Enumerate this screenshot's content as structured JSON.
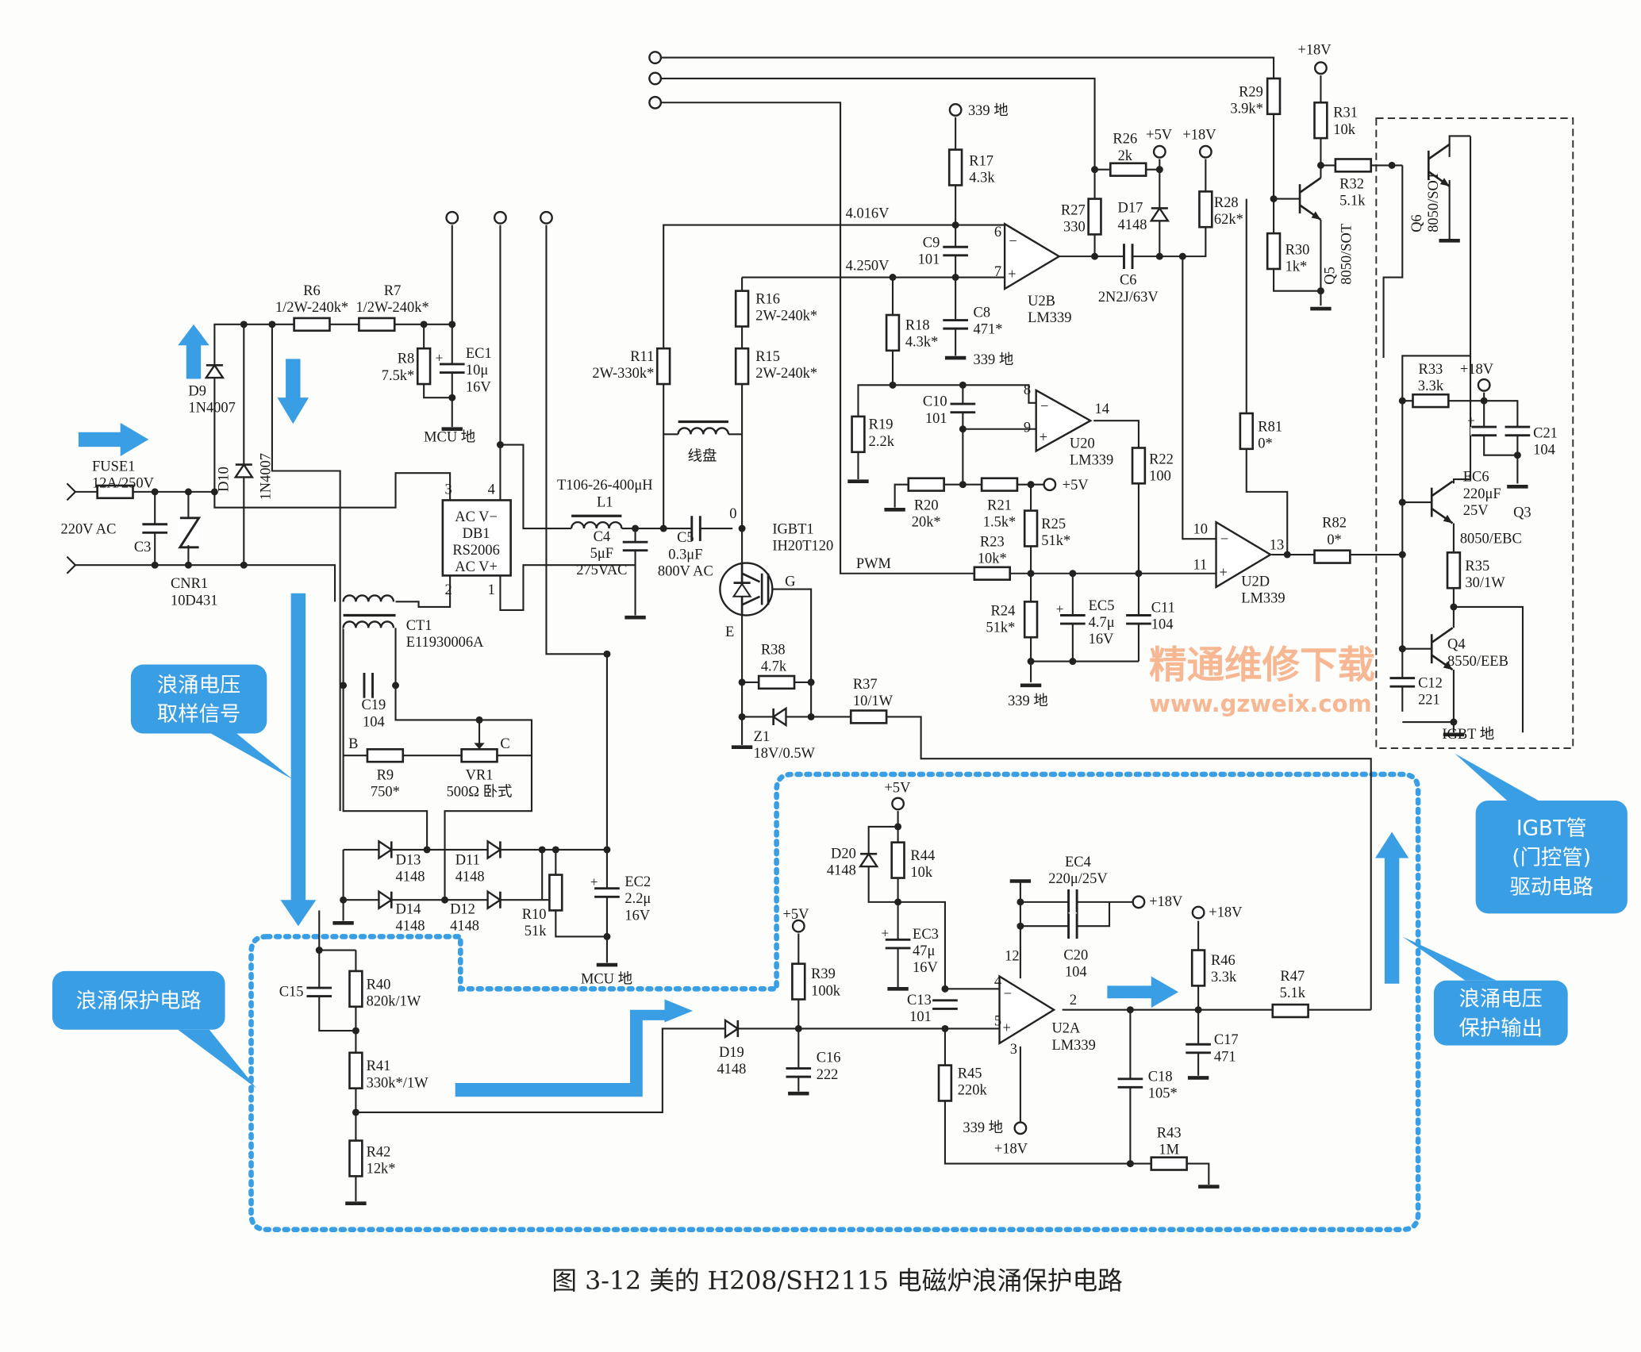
{
  "caption": "图 3-12   美的 H208/SH2115 电磁炉浪涌保护电路",
  "watermark": {
    "cn": "精通维修下载",
    "url": "www.gzweix.com"
  },
  "colors": {
    "accent_blue": "#3a9ee4",
    "watermark_orange": "#f4a070",
    "wire": "#222222"
  },
  "callouts": [
    {
      "id": "sample",
      "lines": [
        "浪涌电压",
        "取样信号"
      ]
    },
    {
      "id": "protect",
      "lines": [
        "浪涌保护电路"
      ]
    },
    {
      "id": "igbt",
      "lines": [
        "IGBT管",
        "(门控管)",
        "驱动电路"
      ]
    },
    {
      "id": "output",
      "lines": [
        "浪涌电压",
        "保护输出"
      ]
    }
  ],
  "labels": [
    {
      "id": "FUSE1",
      "lines": [
        "FUSE1",
        "12A/250V"
      ]
    },
    {
      "id": "ACIN",
      "lines": [
        "220V AC"
      ]
    },
    {
      "id": "C3",
      "lines": [
        "C3"
      ]
    },
    {
      "id": "CNR1",
      "lines": [
        "CNR1",
        "10D431"
      ]
    },
    {
      "id": "D9",
      "lines": [
        "D9",
        "1N4007"
      ]
    },
    {
      "id": "D10",
      "lines": [
        "D10"
      ]
    },
    {
      "id": "D10t",
      "lines": [
        "1N4007"
      ]
    },
    {
      "id": "R6",
      "lines": [
        "R6",
        "1/2W-240k*"
      ]
    },
    {
      "id": "R7",
      "lines": [
        "R7",
        "1/2W-240k*"
      ]
    },
    {
      "id": "R8",
      "lines": [
        "R8",
        "7.5k*"
      ]
    },
    {
      "id": "EC1",
      "lines": [
        "EC1",
        "10μ",
        "16V"
      ]
    },
    {
      "id": "MCU1",
      "lines": [
        "MCU 地"
      ]
    },
    {
      "id": "DB1p3",
      "lines": [
        "3"
      ]
    },
    {
      "id": "DB1p4",
      "lines": [
        "4"
      ]
    },
    {
      "id": "DB1p2",
      "lines": [
        "2"
      ]
    },
    {
      "id": "DB1p1",
      "lines": [
        "1"
      ]
    },
    {
      "id": "DB1",
      "lines": [
        "AC  V−",
        "DB1",
        "RS2006",
        "AC  V+"
      ]
    },
    {
      "id": "L1",
      "lines": [
        "T106-26-400μH",
        "L1"
      ]
    },
    {
      "id": "C4",
      "lines": [
        "C4",
        "5μF",
        "275VAC"
      ]
    },
    {
      "id": "C5",
      "lines": [
        "C5",
        "0.3μF",
        "800V AC"
      ]
    },
    {
      "id": "pin0",
      "lines": [
        "0"
      ]
    },
    {
      "id": "IGBT1",
      "lines": [
        "IGBT1",
        "IH20T120"
      ]
    },
    {
      "id": "G",
      "lines": [
        "G"
      ]
    },
    {
      "id": "E",
      "lines": [
        "E"
      ]
    },
    {
      "id": "R11",
      "lines": [
        "R11",
        "2W-330k*"
      ]
    },
    {
      "id": "R16",
      "lines": [
        "R16",
        "2W-240k*"
      ]
    },
    {
      "id": "R15",
      "lines": [
        "R15",
        "2W-240k*"
      ]
    },
    {
      "id": "coil",
      "lines": [
        "线盘"
      ]
    },
    {
      "id": "R38",
      "lines": [
        "R38",
        "4.7k"
      ]
    },
    {
      "id": "Z1",
      "lines": [
        "Z1",
        "18V/0.5W"
      ]
    },
    {
      "id": "R37",
      "lines": [
        "R37",
        "10/1W"
      ]
    },
    {
      "id": "PWM",
      "lines": [
        "PWM"
      ]
    },
    {
      "id": "V4016",
      "lines": [
        "4.016V"
      ]
    },
    {
      "id": "V4250",
      "lines": [
        "4.250V"
      ]
    },
    {
      "id": "T339a",
      "lines": [
        "339 地"
      ]
    },
    {
      "id": "R17",
      "lines": [
        "R17",
        "4.3k"
      ]
    },
    {
      "id": "C9",
      "lines": [
        "C9",
        "101"
      ]
    },
    {
      "id": "C8",
      "lines": [
        "C8",
        "471*"
      ]
    },
    {
      "id": "T339b",
      "lines": [
        "339 地"
      ]
    },
    {
      "id": "R18",
      "lines": [
        "R18",
        "4.3k*"
      ]
    },
    {
      "id": "U2Bp6",
      "lines": [
        "6"
      ]
    },
    {
      "id": "U2Bp7",
      "lines": [
        "7"
      ]
    },
    {
      "id": "U2B",
      "lines": [
        "U2B",
        "LM339"
      ]
    },
    {
      "id": "R27",
      "lines": [
        "R27",
        "330"
      ]
    },
    {
      "id": "R26",
      "lines": [
        "R26",
        "2k"
      ]
    },
    {
      "id": "D17",
      "lines": [
        "D17",
        "4148"
      ]
    },
    {
      "id": "C6",
      "lines": [
        "C6",
        "2N2J/63V"
      ]
    },
    {
      "id": "P5Va",
      "lines": [
        "+5V"
      ]
    },
    {
      "id": "P18a",
      "lines": [
        "+18V"
      ]
    },
    {
      "id": "R28",
      "lines": [
        "R28",
        "62k*"
      ]
    },
    {
      "id": "R29",
      "lines": [
        "R29",
        "3.9k*"
      ]
    },
    {
      "id": "P18b",
      "lines": [
        "+18V"
      ]
    },
    {
      "id": "R31",
      "lines": [
        "R31",
        "10k"
      ]
    },
    {
      "id": "R32",
      "lines": [
        "R32",
        "5.1k"
      ]
    },
    {
      "id": "R30",
      "lines": [
        "R30",
        "1k*"
      ]
    },
    {
      "id": "Q5",
      "lines": [
        "Q5",
        "8050/SOT"
      ]
    },
    {
      "id": "Q6",
      "lines": [
        "Q6",
        "8050/SOT"
      ]
    },
    {
      "id": "U20p8",
      "lines": [
        "8"
      ]
    },
    {
      "id": "U20p9",
      "lines": [
        "9"
      ]
    },
    {
      "id": "U20p14",
      "lines": [
        "14"
      ]
    },
    {
      "id": "U20",
      "lines": [
        "U20",
        "LM339"
      ]
    },
    {
      "id": "C10",
      "lines": [
        "C10",
        "101"
      ]
    },
    {
      "id": "R19",
      "lines": [
        "R19",
        "2.2k"
      ]
    },
    {
      "id": "R22",
      "lines": [
        "R22",
        "100"
      ]
    },
    {
      "id": "R20",
      "lines": [
        "R20",
        "20k*"
      ]
    },
    {
      "id": "R21",
      "lines": [
        "R21",
        "1.5k*"
      ]
    },
    {
      "id": "P5Vb",
      "lines": [
        "+5V"
      ]
    },
    {
      "id": "R25",
      "lines": [
        "R25",
        "51k*"
      ]
    },
    {
      "id": "R23",
      "lines": [
        "R23",
        "10k*"
      ]
    },
    {
      "id": "R24",
      "lines": [
        "R24",
        "51k*"
      ]
    },
    {
      "id": "EC5",
      "lines": [
        "EC5",
        "4.7μ",
        "16V"
      ]
    },
    {
      "id": "C11",
      "lines": [
        "C11",
        "104"
      ]
    },
    {
      "id": "T339c",
      "lines": [
        "339 地"
      ]
    },
    {
      "id": "U2Dp10",
      "lines": [
        "10"
      ]
    },
    {
      "id": "U2Dp11",
      "lines": [
        "11"
      ]
    },
    {
      "id": "U2Dp13",
      "lines": [
        "13"
      ]
    },
    {
      "id": "U2D",
      "lines": [
        "U2D",
        "LM339"
      ]
    },
    {
      "id": "R81",
      "lines": [
        "R81",
        "0*"
      ]
    },
    {
      "id": "R82",
      "lines": [
        "R82",
        "0*"
      ]
    },
    {
      "id": "R33",
      "lines": [
        "R33",
        "3.3k"
      ]
    },
    {
      "id": "P18c",
      "lines": [
        "+18V"
      ]
    },
    {
      "id": "EC6",
      "lines": [
        "EC6",
        "220μF",
        "25V"
      ]
    },
    {
      "id": "C21",
      "lines": [
        "C21",
        "104"
      ]
    },
    {
      "id": "Q3",
      "lines": [
        "Q3"
      ]
    },
    {
      "id": "Q3t",
      "lines": [
        "8050/EBC"
      ]
    },
    {
      "id": "R35",
      "lines": [
        "R35",
        "30/1W"
      ]
    },
    {
      "id": "Q4",
      "lines": [
        "Q4",
        "8550/EEB"
      ]
    },
    {
      "id": "C12",
      "lines": [
        "C12",
        "221"
      ]
    },
    {
      "id": "IGBTGND",
      "lines": [
        "IGBT 地"
      ]
    },
    {
      "id": "CT1",
      "lines": [
        "CT1",
        "E11930006A"
      ]
    },
    {
      "id": "C19",
      "lines": [
        "C19",
        "104"
      ]
    },
    {
      "id": "B",
      "lines": [
        "B"
      ]
    },
    {
      "id": "C",
      "lines": [
        "C"
      ]
    },
    {
      "id": "R9",
      "lines": [
        "R9",
        "750*"
      ]
    },
    {
      "id": "VR1",
      "lines": [
        "VR1",
        "500Ω 卧式"
      ]
    },
    {
      "id": "D13",
      "lines": [
        "D13",
        "4148"
      ]
    },
    {
      "id": "D11",
      "lines": [
        "D11",
        "4148"
      ]
    },
    {
      "id": "D14",
      "lines": [
        "D14",
        "4148"
      ]
    },
    {
      "id": "D12",
      "lines": [
        "D12",
        "4148"
      ]
    },
    {
      "id": "R10",
      "lines": [
        "R10",
        "51k"
      ]
    },
    {
      "id": "EC2",
      "lines": [
        "EC2",
        "2.2μ",
        "16V"
      ]
    },
    {
      "id": "MCU2",
      "lines": [
        "MCU 地"
      ]
    },
    {
      "id": "C15",
      "lines": [
        "C15"
      ]
    },
    {
      "id": "R40",
      "lines": [
        "R40",
        "820k/1W"
      ]
    },
    {
      "id": "R41",
      "lines": [
        "R41",
        "330k*/1W"
      ]
    },
    {
      "id": "R42",
      "lines": [
        "R42",
        "12k*"
      ]
    },
    {
      "id": "P5Vc",
      "lines": [
        "+5V"
      ]
    },
    {
      "id": "R39",
      "lines": [
        "R39",
        "100k"
      ]
    },
    {
      "id": "C16",
      "lines": [
        "C16",
        "222"
      ]
    },
    {
      "id": "D19",
      "lines": [
        "D19",
        "4148"
      ]
    },
    {
      "id": "P5Vd",
      "lines": [
        "+5V"
      ]
    },
    {
      "id": "D20",
      "lines": [
        "D20",
        "4148"
      ]
    },
    {
      "id": "R44",
      "lines": [
        "R44",
        "10k"
      ]
    },
    {
      "id": "EC3",
      "lines": [
        "EC3",
        "47μ",
        "16V"
      ]
    },
    {
      "id": "C13",
      "lines": [
        "C13",
        "101"
      ]
    },
    {
      "id": "R45",
      "lines": [
        "R45",
        "220k"
      ]
    },
    {
      "id": "U2Ap4",
      "lines": [
        "4"
      ]
    },
    {
      "id": "U2Ap5",
      "lines": [
        "5"
      ]
    },
    {
      "id": "U2Ap3",
      "lines": [
        "3"
      ]
    },
    {
      "id": "U2Ap12",
      "lines": [
        "12"
      ]
    },
    {
      "id": "U2Ap2",
      "lines": [
        "2"
      ]
    },
    {
      "id": "U2A",
      "lines": [
        "U2A",
        "LM339"
      ]
    },
    {
      "id": "EC4",
      "lines": [
        "EC4",
        "220μ/25V"
      ]
    },
    {
      "id": "C20",
      "lines": [
        "C20",
        "104"
      ]
    },
    {
      "id": "P18d",
      "lines": [
        "+18V"
      ]
    },
    {
      "id": "P18e",
      "lines": [
        "+18V"
      ]
    },
    {
      "id": "T339d",
      "lines": [
        "339 地"
      ]
    },
    {
      "id": "P18f",
      "lines": [
        "+18V"
      ]
    },
    {
      "id": "R46",
      "lines": [
        "R46",
        "3.3k"
      ]
    },
    {
      "id": "R47",
      "lines": [
        "R47",
        "5.1k"
      ]
    },
    {
      "id": "C17",
      "lines": [
        "C17",
        "471"
      ]
    },
    {
      "id": "C18",
      "lines": [
        "C18",
        "105*"
      ]
    },
    {
      "id": "R43",
      "lines": [
        "R43",
        "1M"
      ]
    }
  ]
}
